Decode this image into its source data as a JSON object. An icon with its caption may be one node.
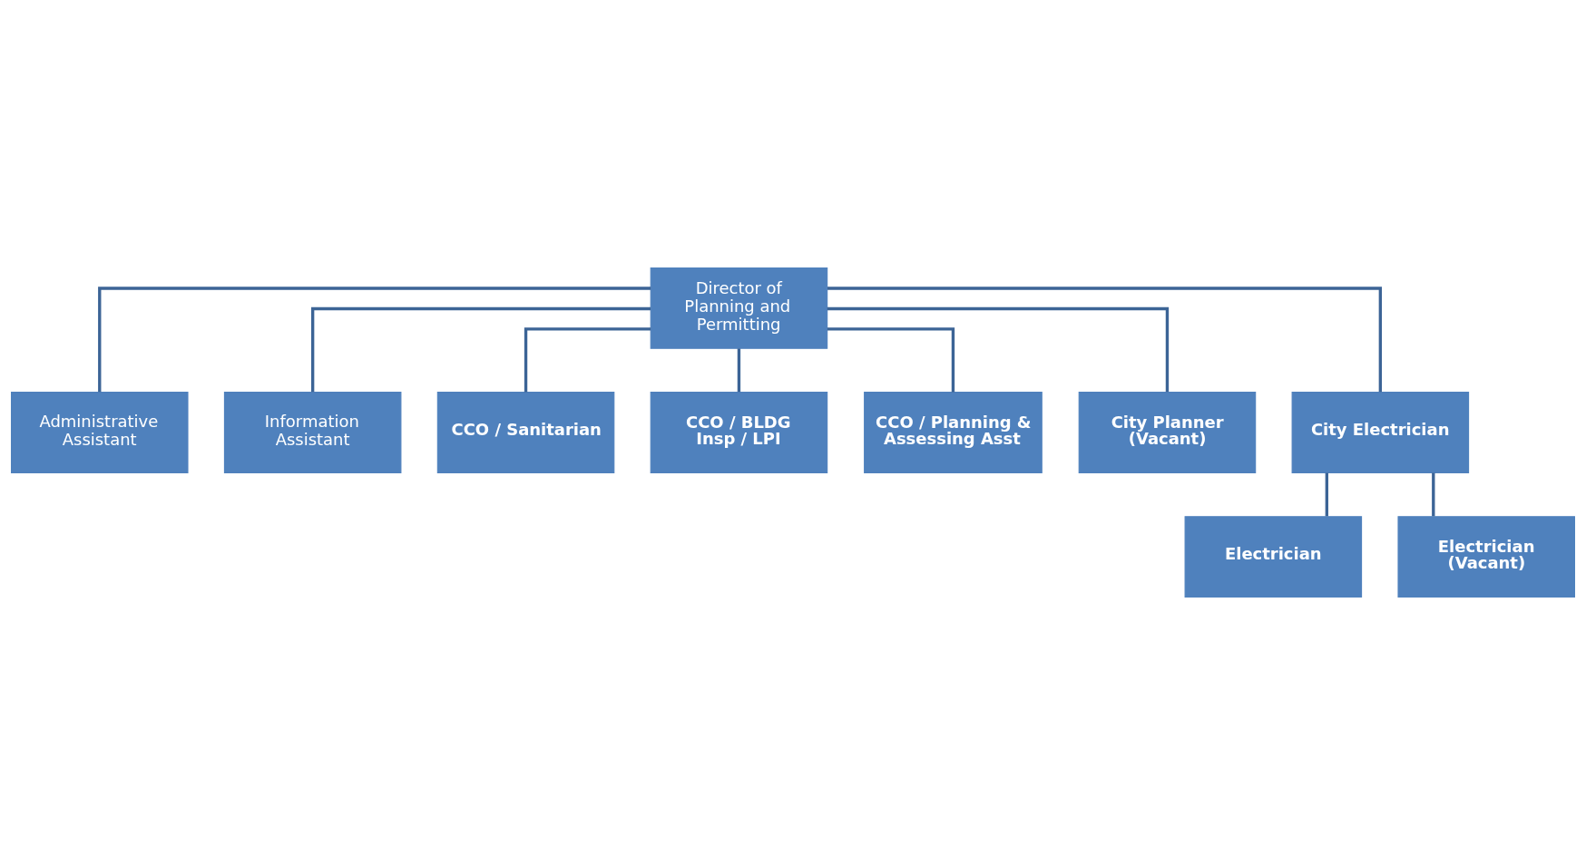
{
  "diagram": {
    "nodes": [
      {
        "text": [
          "Director of Planning and Permitting"
        ]
      },
      {
        "text": [
          "Administrative Assistant"
        ]
      },
      {
        "text": [
          "Information Assistant"
        ]
      },
      {
        "text": [
          "CCO / Sanitarian"
        ]
      },
      {
        "text": [
          "CCO / BLDG Insp / LPI"
        ]
      },
      {
        "text": [
          "CCO / Planning & Assessing Asst"
        ]
      },
      {
        "text": [
          "City Planner (Vacant)"
        ]
      },
      {
        "text": [
          "City Electrician"
        ]
      },
      {
        "text": [
          "Electrician"
        ]
      },
      {
        "text": [
          "Electrician (Vacant)"
        ]
      }
    ],
    "edges": [
      {
        "from": 0,
        "to": 1,
        "arrow": "none"
      },
      {
        "from": 0,
        "to": 2,
        "arrow": "none"
      },
      {
        "from": 0,
        "to": 3,
        "arrow": "none"
      },
      {
        "from": 0,
        "to": 4,
        "arrow": "none"
      },
      {
        "from": 0,
        "to": 5,
        "arrow": "none"
      },
      {
        "from": 0,
        "to": 6,
        "arrow": "none"
      },
      {
        "from": 0,
        "to": 7,
        "arrow": "none"
      },
      {
        "from": 7,
        "to": 8,
        "arrow": "none"
      },
      {
        "from": 7,
        "to": 9,
        "arrow": "none"
      }
    ]
  }
}
